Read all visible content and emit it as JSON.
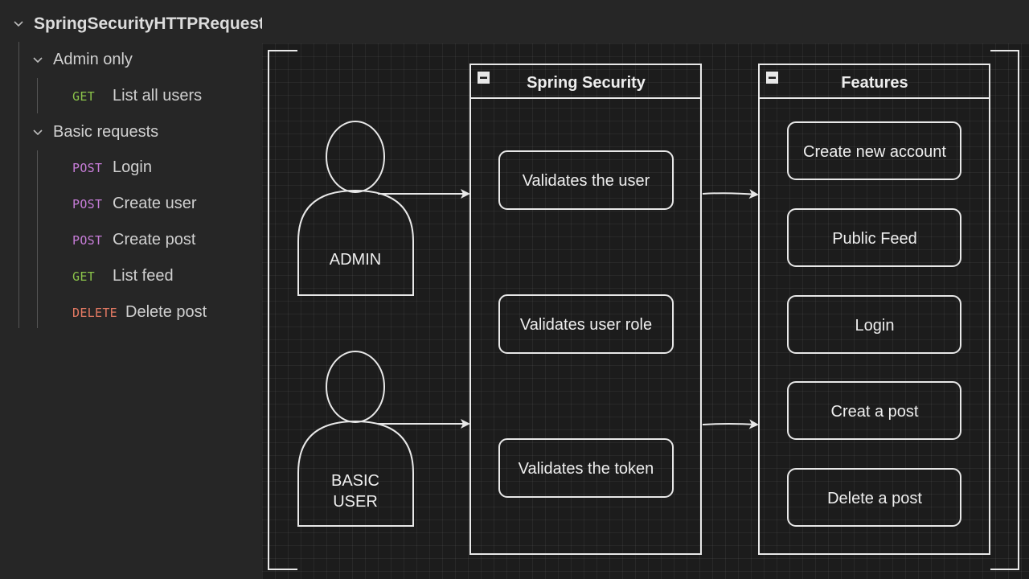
{
  "sidebar": {
    "collection": "SpringSecurityHTTPRequests",
    "folders": [
      {
        "name": "Admin only",
        "requests": [
          {
            "method": "GET",
            "label": "List all users"
          }
        ]
      },
      {
        "name": "Basic requests",
        "requests": [
          {
            "method": "POST",
            "label": "Login"
          },
          {
            "method": "POST",
            "label": "Create user"
          },
          {
            "method": "POST",
            "label": "Create post"
          },
          {
            "method": "GET",
            "label": "List feed"
          },
          {
            "method": "DELETE",
            "label": "Delete post"
          }
        ]
      }
    ],
    "method_colors": {
      "GET": "#8bc34a",
      "POST": "#c77dd8",
      "DELETE": "#e57a63"
    }
  },
  "diagram": {
    "actors": [
      {
        "label_line1": "ADMIN",
        "label_line2": ""
      },
      {
        "label_line1": "BASIC",
        "label_line2": "USER"
      }
    ],
    "security_container": {
      "title": "Spring Security",
      "steps": [
        "Validates the user",
        "Validates user role",
        "Validates the token"
      ]
    },
    "features_container": {
      "title": "Features",
      "items": [
        "Create new account",
        "Public Feed",
        "Login",
        "Creat a post",
        "Delete a post"
      ]
    },
    "colors": {
      "stroke": "#e8e8e8",
      "canvas_bg": "#1c1c1c",
      "sidebar_bg": "#262626"
    }
  }
}
